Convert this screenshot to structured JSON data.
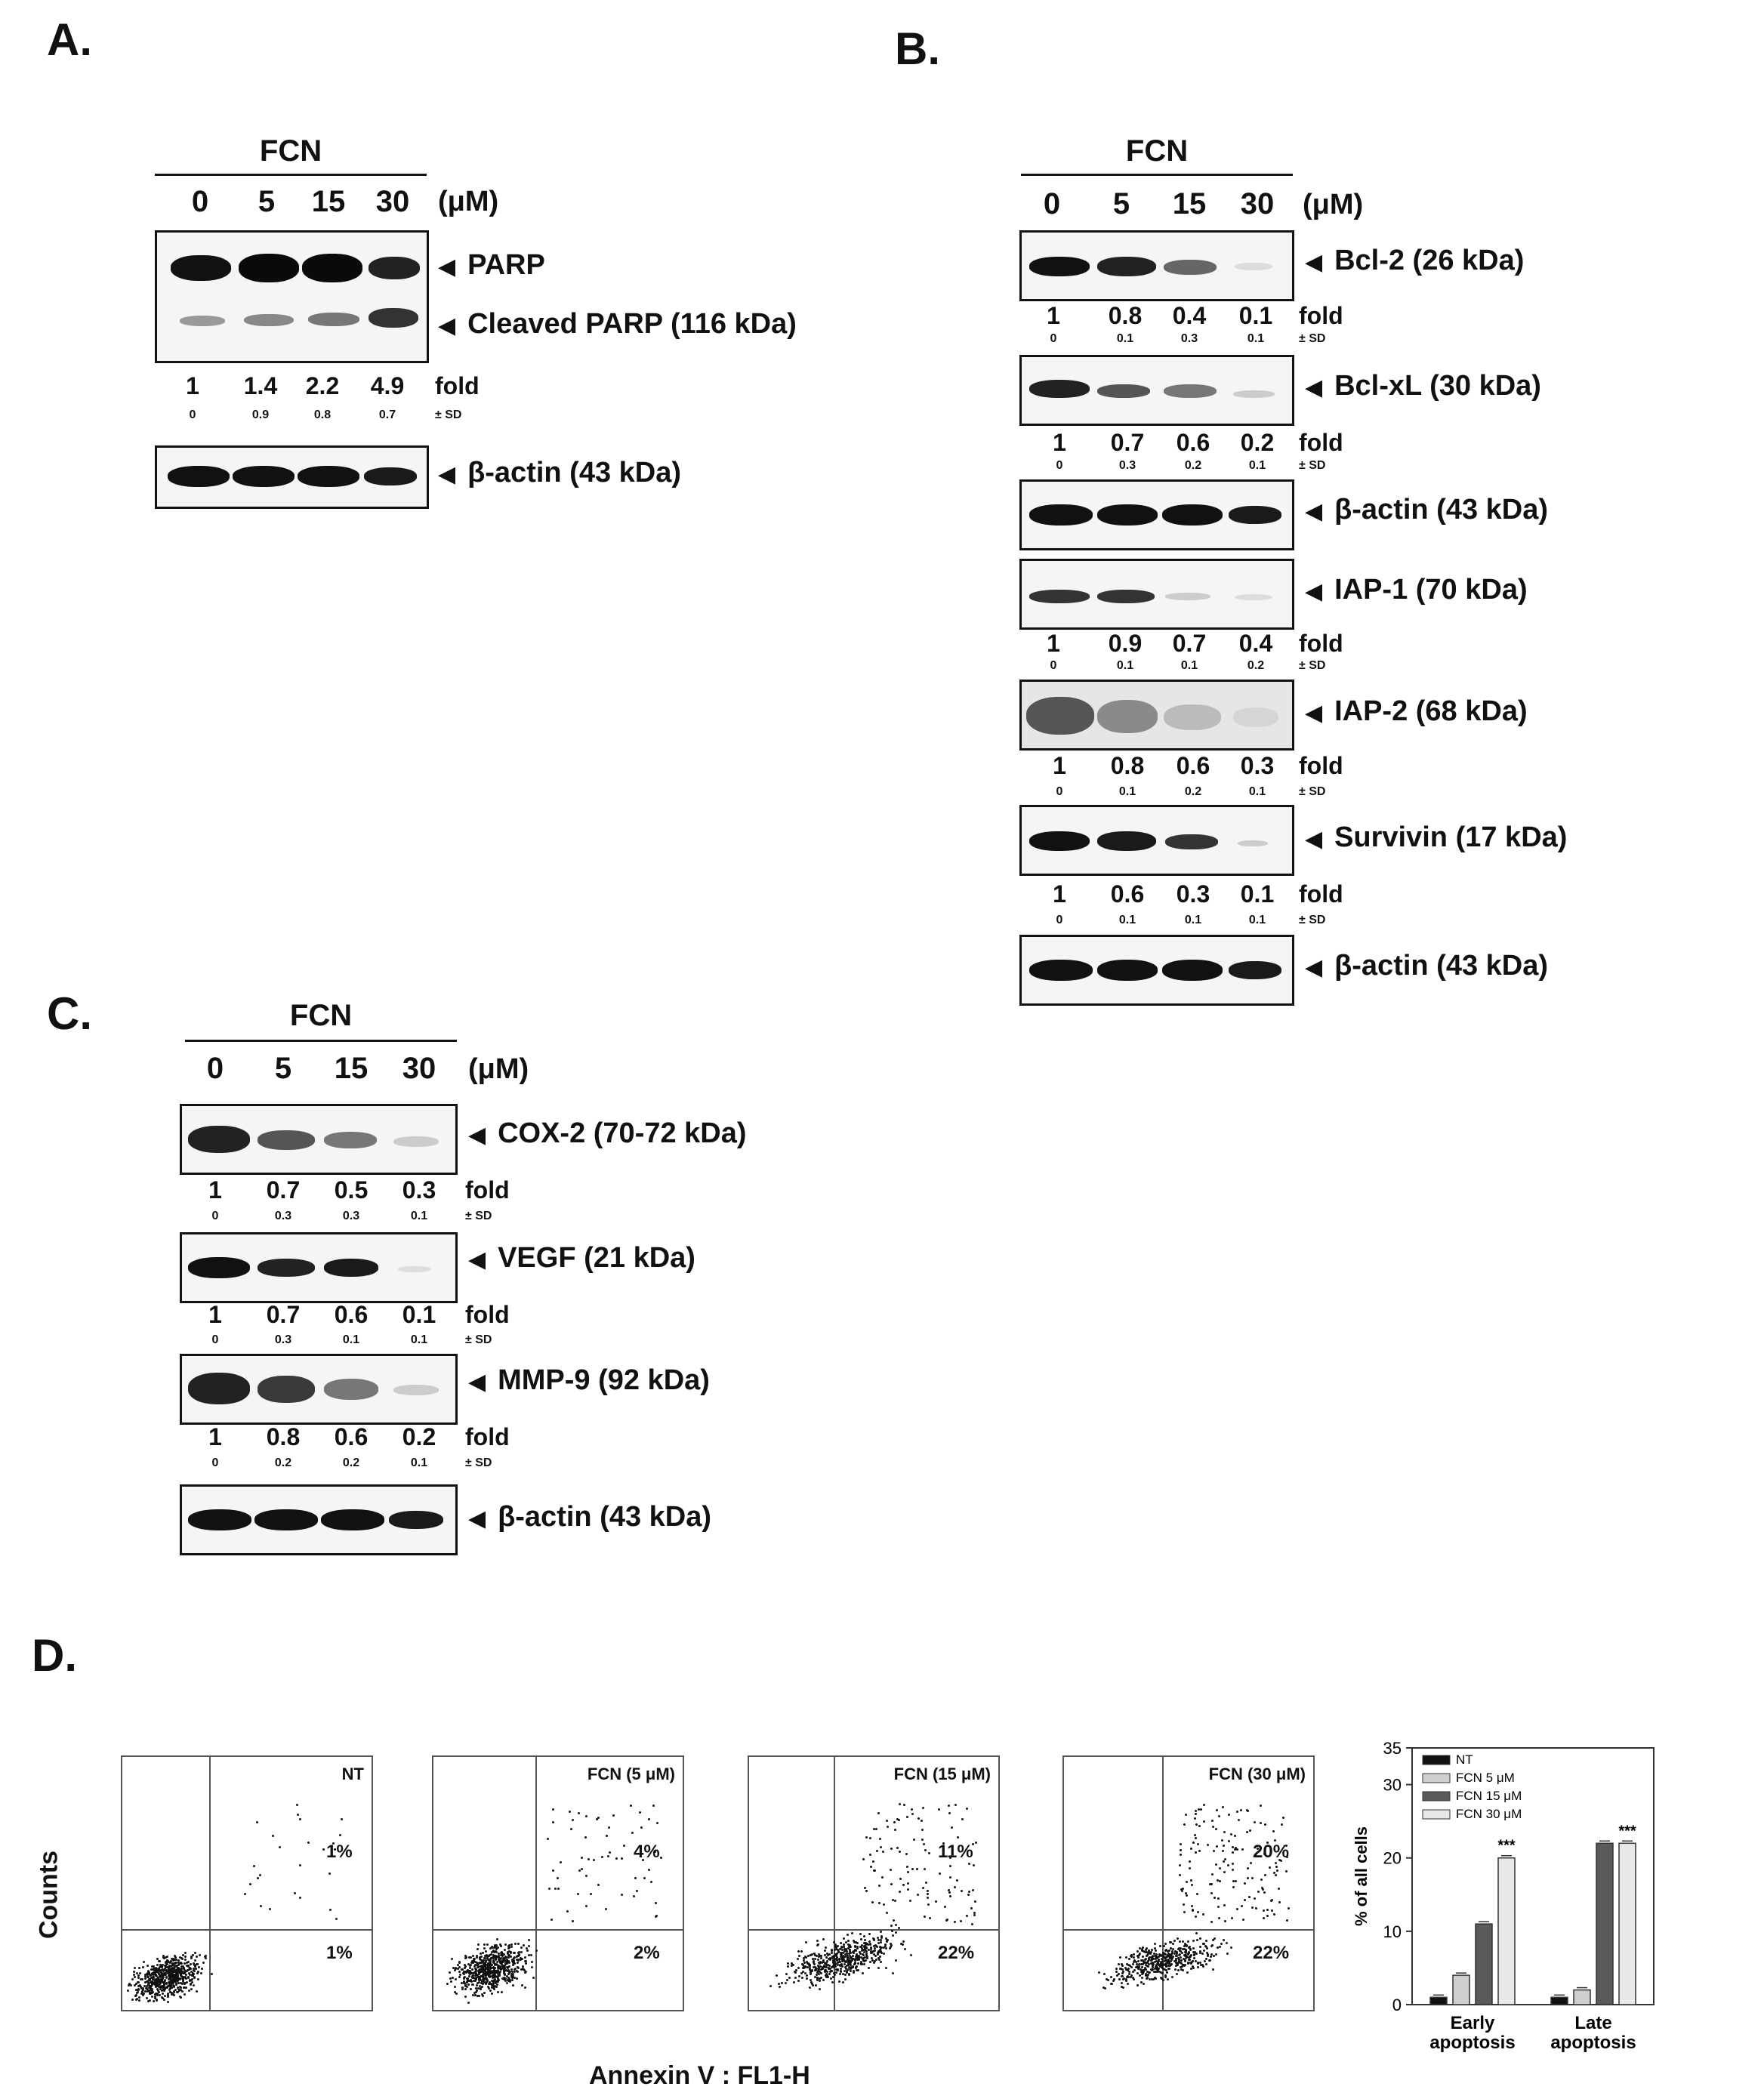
{
  "panels": {
    "a": "A.",
    "b": "B.",
    "c": "C.",
    "d": "D."
  },
  "fcn_label": "FCN",
  "concentrations": [
    "0",
    "5",
    "15",
    "30"
  ],
  "unit": "(μM)",
  "fold_label": "fold",
  "sd_label": "± SD",
  "panel_a": {
    "parp": "PARP",
    "cleaved_parp": "Cleaved PARP (116 kDa)",
    "fold": [
      "1",
      "1.4",
      "2.2",
      "4.9"
    ],
    "sd": [
      "0",
      "0.9",
      "0.8",
      "0.7"
    ],
    "actin": "β-actin (43 kDa)"
  },
  "panel_b": {
    "bcl2": {
      "label": "Bcl-2 (26 kDa)",
      "fold": [
        "1",
        "0.8",
        "0.4",
        "0.1"
      ],
      "sd": [
        "0",
        "0.1",
        "0.3",
        "0.1"
      ]
    },
    "bclxl": {
      "label": "Bcl-xL (30 kDa)",
      "fold": [
        "1",
        "0.7",
        "0.6",
        "0.2"
      ],
      "sd": [
        "0",
        "0.3",
        "0.2",
        "0.1"
      ]
    },
    "actin1": "β-actin (43 kDa)",
    "iap1": {
      "label": "IAP-1 (70 kDa)",
      "fold": [
        "1",
        "0.9",
        "0.7",
        "0.4"
      ],
      "sd": [
        "0",
        "0.1",
        "0.1",
        "0.2"
      ]
    },
    "iap2": {
      "label": "IAP-2 (68 kDa)",
      "fold": [
        "1",
        "0.8",
        "0.6",
        "0.3"
      ],
      "sd": [
        "0",
        "0.1",
        "0.2",
        "0.1"
      ]
    },
    "survivin": {
      "label": "Survivin (17 kDa)",
      "fold": [
        "1",
        "0.6",
        "0.3",
        "0.1"
      ],
      "sd": [
        "0",
        "0.1",
        "0.1",
        "0.1"
      ]
    },
    "actin2": "β-actin (43 kDa)"
  },
  "panel_c": {
    "cox2": {
      "label": "COX-2 (70-72 kDa)",
      "fold": [
        "1",
        "0.7",
        "0.5",
        "0.3"
      ],
      "sd": [
        "0",
        "0.3",
        "0.3",
        "0.1"
      ]
    },
    "vegf": {
      "label": "VEGF (21 kDa)",
      "fold": [
        "1",
        "0.7",
        "0.6",
        "0.1"
      ],
      "sd": [
        "0",
        "0.3",
        "0.1",
        "0.1"
      ]
    },
    "mmp9": {
      "label": "MMP-9 (92 kDa)",
      "fold": [
        "1",
        "0.8",
        "0.6",
        "0.2"
      ],
      "sd": [
        "0",
        "0.2",
        "0.2",
        "0.1"
      ]
    },
    "actin": "β-actin (43 kDa)"
  },
  "panel_d": {
    "y_title": "Counts",
    "x_title": "Annexin V : FL1-H",
    "plots": [
      {
        "title": "NT",
        "ur": "1%",
        "lr": "1%"
      },
      {
        "title": "FCN (5 μM)",
        "ur": "4%",
        "lr": "2%"
      },
      {
        "title": "FCN (15 μM)",
        "ur": "11%",
        "lr": "22%"
      },
      {
        "title": "FCN (30 μM)",
        "ur": "20%",
        "lr": "22%"
      }
    ]
  },
  "chart_data": {
    "type": "bar",
    "categories": [
      "Early apoptosis",
      "Late apoptosis"
    ],
    "series": [
      {
        "name": "NT",
        "values": [
          1,
          1
        ],
        "color": "#111111"
      },
      {
        "name": "FCN 5 μM",
        "values": [
          4,
          2
        ],
        "color": "#cfcfcf"
      },
      {
        "name": "FCN 15 μM",
        "values": [
          11,
          22
        ],
        "color": "#5a5a5a"
      },
      {
        "name": "FCN 30 μM",
        "values": [
          20,
          22
        ],
        "color": "#e8e8e8"
      }
    ],
    "ylabel": "% of all cells",
    "ylim": [
      0,
      35
    ],
    "yticks": [
      0,
      10,
      20,
      30,
      35
    ],
    "annotations": [
      {
        "category": "Early apoptosis",
        "series": "FCN 30 μM",
        "text": "***"
      },
      {
        "category": "Late apoptosis",
        "series": "FCN 30 μM",
        "text": "***"
      }
    ],
    "legend_position": "top-left"
  }
}
